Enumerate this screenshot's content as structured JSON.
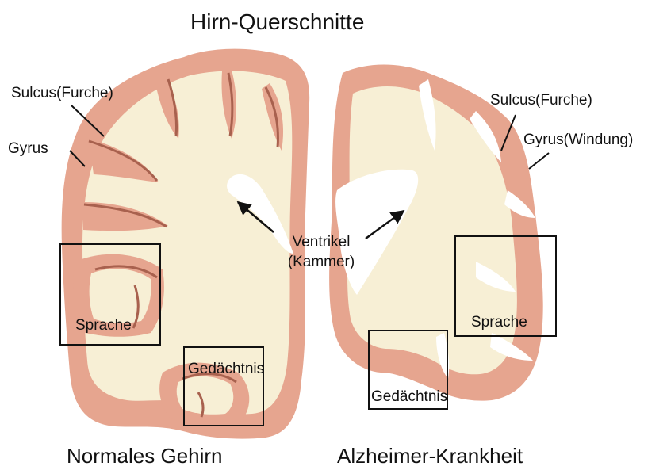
{
  "title": "Hirn-Querschnitte",
  "left": {
    "caption": "Normales Gehirn",
    "sulcus_label": "Sulcus(Furche)",
    "gyrus_label": "Gyrus",
    "sprache_label": "Sprache",
    "gedaechtnis_label": "Gedächtnis"
  },
  "right": {
    "caption": "Alzheimer-Krankheit",
    "sulcus_label": "Sulcus(Furche)",
    "gyrus_label": "Gyrus(Windung)",
    "sprache_label": "Sprache",
    "gedaechtnis_label": "Gedächtnis"
  },
  "ventricle_label_line1": "Ventrikel",
  "ventricle_label_line2": "(Kammer)",
  "colors": {
    "gray_matter": "#e6a58f",
    "white_matter": "#f7efd5",
    "sulcus_dark": "#a8614e",
    "background": "#ffffff"
  }
}
